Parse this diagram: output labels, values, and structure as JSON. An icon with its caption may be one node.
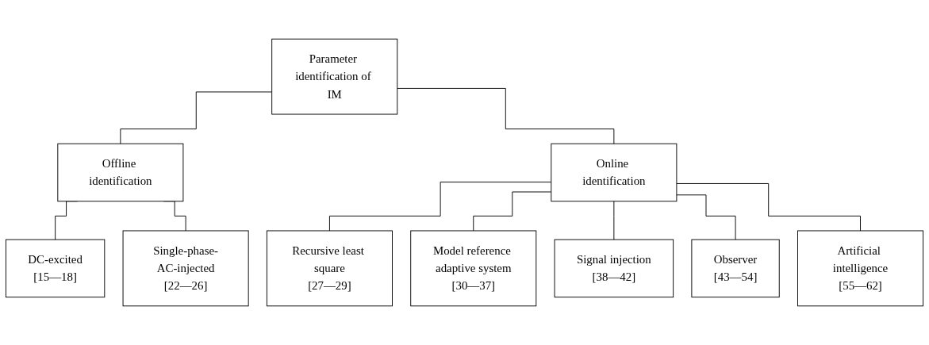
{
  "diagram": {
    "nodes": [
      {
        "text": [
          "Parameter identification of IM"
        ]
      },
      {
        "text": [
          "Offline identification"
        ]
      },
      {
        "text": [
          "Online identification"
        ]
      },
      {
        "text": [
          "DC-excited",
          "[15—18]"
        ]
      },
      {
        "text": [
          "Single-phase-AC-injected",
          "[22—26]"
        ]
      },
      {
        "text": [
          "Recursive least square",
          "[27—29]"
        ]
      },
      {
        "text": [
          "Model reference adaptive system",
          "[30—37]"
        ]
      },
      {
        "text": [
          "Signal injection",
          "[38—42]"
        ]
      },
      {
        "text": [
          "Observer",
          "[43—54]"
        ]
      },
      {
        "text": [
          "Artificial intelligence",
          "[55—62]"
        ]
      }
    ],
    "edges": [
      {
        "from": 0,
        "to": 1,
        "arrow": "none"
      },
      {
        "from": 0,
        "to": 2,
        "arrow": "none"
      },
      {
        "from": 1,
        "to": 3,
        "arrow": "none"
      },
      {
        "from": 1,
        "to": 4,
        "arrow": "none"
      },
      {
        "from": 2,
        "to": 5,
        "arrow": "none"
      },
      {
        "from": 2,
        "to": 6,
        "arrow": "none"
      },
      {
        "from": 2,
        "to": 7,
        "arrow": "none"
      },
      {
        "from": 2,
        "to": 8,
        "arrow": "none"
      },
      {
        "from": 2,
        "to": 9,
        "arrow": "none"
      }
    ]
  }
}
